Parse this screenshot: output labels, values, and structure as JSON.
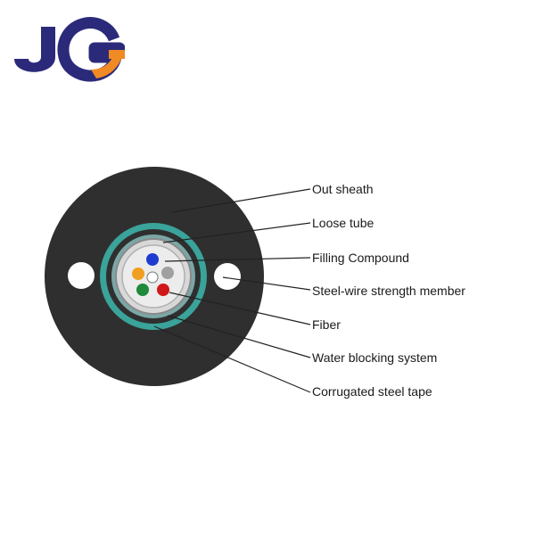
{
  "brand": {
    "logo_text": "JG",
    "colors": {
      "navy": "#2b2a7a",
      "orange": "#f08a24"
    }
  },
  "diagram": {
    "labels": {
      "out_sheath": "Out sheath",
      "loose_tube": "Loose tube",
      "filling_compound": "Filling Compound",
      "steel_wire": "Steel-wire strength member",
      "fiber": "Fiber",
      "water_blocking": "Water blocking system",
      "corrugated_tape": "Corrugated steel tape"
    },
    "fiber_colors": [
      "#1f3bd1",
      "#f0a020",
      "#ffffff",
      "#a0a0a0",
      "#1e8a3a",
      "#d01818"
    ],
    "colors": {
      "sheath": "#2f2f2f",
      "corrugated": "#3aa39a",
      "tube": "#bdbdbd",
      "line": "#222222"
    }
  }
}
